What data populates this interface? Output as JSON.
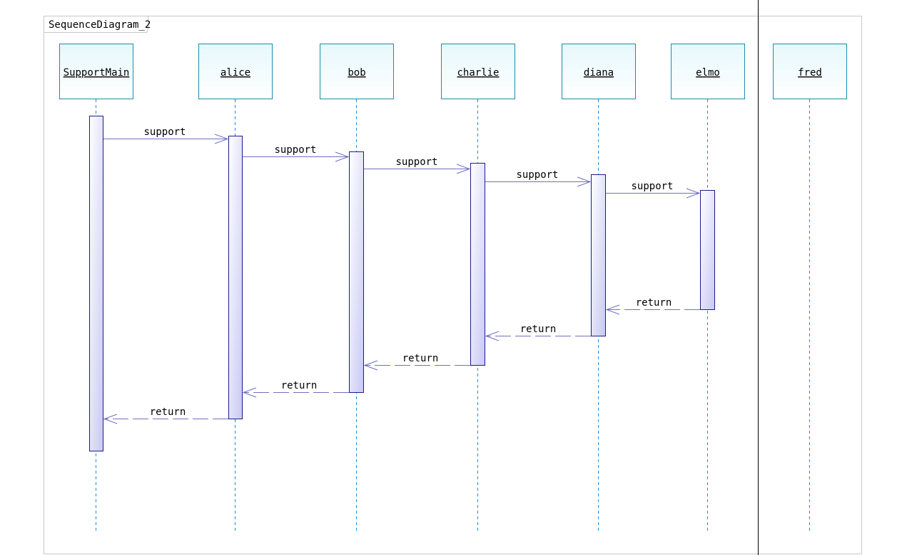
{
  "diagram": {
    "frame_title": "SequenceDiagram_2",
    "colors": {
      "lifeline_box_stroke": "#1a8cab",
      "lifeline_box_fill_top": "#e6f8fc",
      "lifeline_box_fill_bottom": "#ffffff",
      "lifeline_dash": "#1a8cd8",
      "activation_stroke": "#1c1c8c",
      "activation_fill_light": "#ffffff",
      "activation_fill_dark": "#c8c8f4",
      "message_line": "#7070c0",
      "frame_border": "#c8c8c8",
      "divider": "#000000"
    },
    "lifelines": [
      {
        "id": "supportmain",
        "label": "SupportMain"
      },
      {
        "id": "alice",
        "label": "alice"
      },
      {
        "id": "bob",
        "label": "bob"
      },
      {
        "id": "charlie",
        "label": "charlie"
      },
      {
        "id": "diana",
        "label": "diana"
      },
      {
        "id": "elmo",
        "label": "elmo"
      },
      {
        "id": "fred",
        "label": "fred"
      }
    ],
    "messages": [
      {
        "from": "supportmain",
        "to": "alice",
        "label": "support",
        "kind": "call"
      },
      {
        "from": "alice",
        "to": "bob",
        "label": "support",
        "kind": "call"
      },
      {
        "from": "bob",
        "to": "charlie",
        "label": "support",
        "kind": "call"
      },
      {
        "from": "charlie",
        "to": "diana",
        "label": "support",
        "kind": "call"
      },
      {
        "from": "diana",
        "to": "elmo",
        "label": "support",
        "kind": "call"
      },
      {
        "from": "elmo",
        "to": "diana",
        "label": "return",
        "kind": "return"
      },
      {
        "from": "diana",
        "to": "charlie",
        "label": "return",
        "kind": "return"
      },
      {
        "from": "charlie",
        "to": "bob",
        "label": "return",
        "kind": "return"
      },
      {
        "from": "bob",
        "to": "alice",
        "label": "return",
        "kind": "return"
      },
      {
        "from": "alice",
        "to": "supportmain",
        "label": "return",
        "kind": "return"
      }
    ]
  }
}
